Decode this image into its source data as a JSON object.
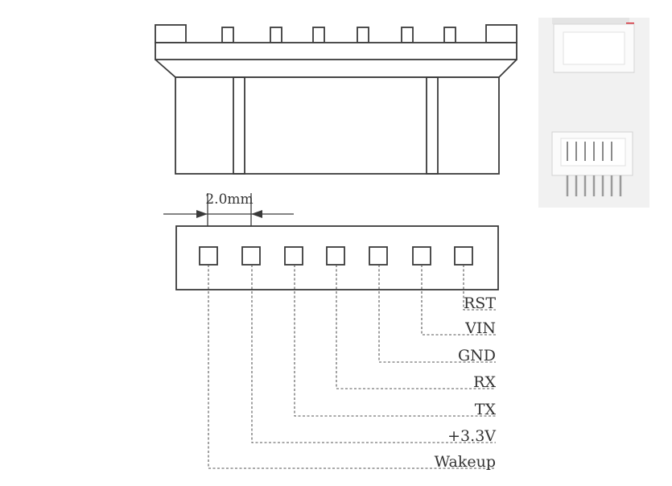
{
  "diagram": {
    "pitch_label": "2.0mm",
    "pin_labels": [
      "RST",
      "VIN",
      "GND",
      "RX",
      "TX",
      "+3.3V",
      "Wakeup"
    ]
  },
  "photo": {
    "description_icon": "connector-photo-icon"
  },
  "colors": {
    "line": "#3a3a3a",
    "photo_bg": "#f1f1f1",
    "accent_red": "#d9303a"
  }
}
